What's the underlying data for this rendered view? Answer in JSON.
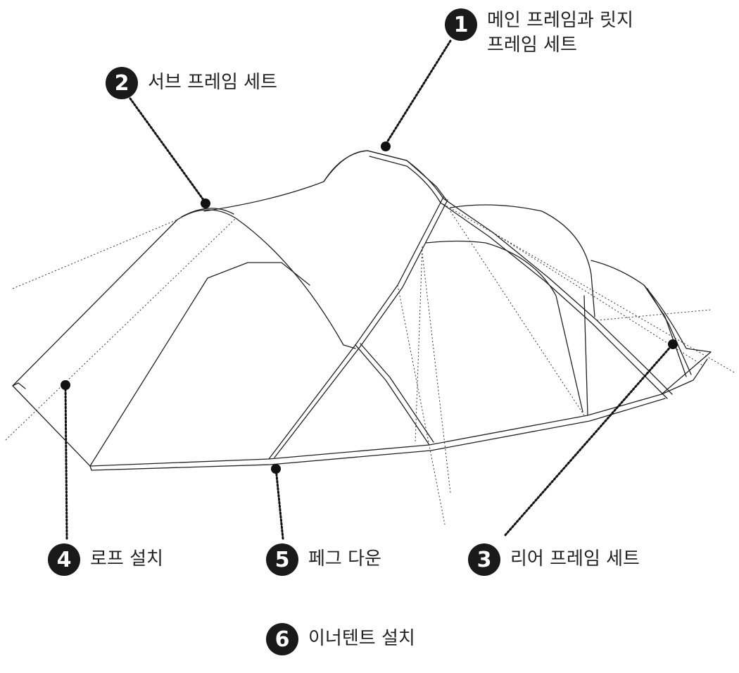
{
  "steps": [
    {
      "number": "1",
      "label_lines": [
        "메인 프레임과 릿지",
        "프레임 세트"
      ]
    },
    {
      "number": "2",
      "label_lines": [
        "서브 프레임 세트"
      ]
    },
    {
      "number": "3",
      "label_lines": [
        "리어 프레임 세트"
      ]
    },
    {
      "number": "4",
      "label_lines": [
        "로프 설치"
      ]
    },
    {
      "number": "5",
      "label_lines": [
        "페그 다운"
      ]
    },
    {
      "number": "6",
      "label_lines": [
        "이너텐트 설치"
      ]
    }
  ]
}
